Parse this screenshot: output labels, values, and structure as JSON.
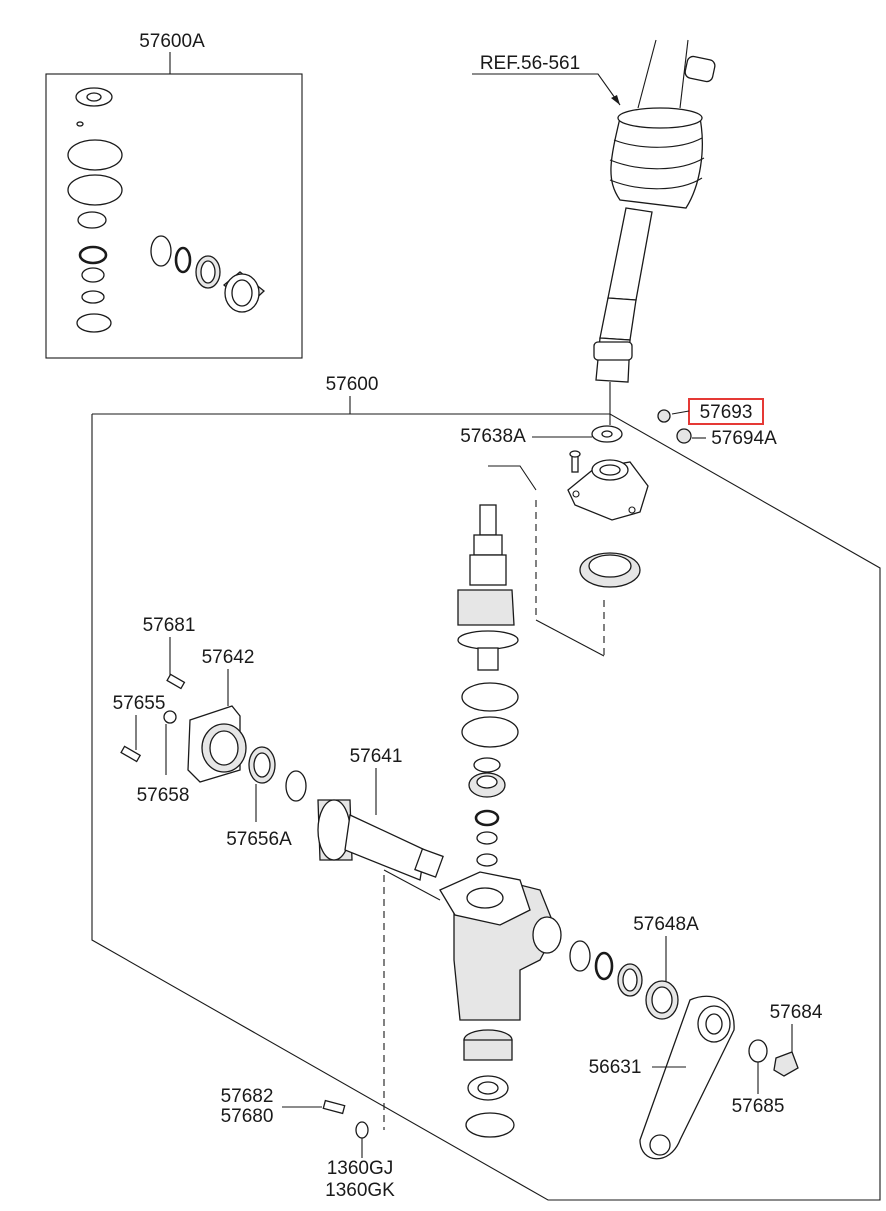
{
  "highlight_color": "#e53935",
  "labels": {
    "p57600A": "57600A",
    "ref": "REF.56-561",
    "p57600": "57600",
    "p57693": "57693",
    "p57694A": "57694A",
    "p57638A": "57638A",
    "p57681": "57681",
    "p57642": "57642",
    "p57655": "57655",
    "p57658": "57658",
    "p57641": "57641",
    "p57656A": "57656A",
    "p57648A": "57648A",
    "p57684": "57684",
    "p56631": "56631",
    "p57685": "57685",
    "p57682": "57682",
    "p57680": "57680",
    "p1360GJ": "1360GJ",
    "p1360GK": "1360GK"
  },
  "icons": {
    "kit_box": "seal-kit-icon",
    "shaft": "steering-shaft-icon",
    "gear_box": "gear-box-icon",
    "pitman_arm": "pitman-arm-icon"
  }
}
